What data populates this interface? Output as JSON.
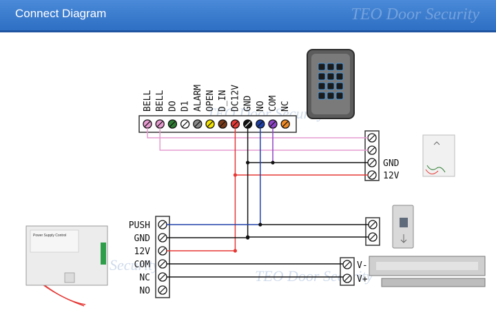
{
  "header": {
    "title": "Connect Diagram",
    "brand": "TEO Door Security"
  },
  "keypad_terminals": [
    {
      "label": "BELL",
      "color": "#e79ad0"
    },
    {
      "label": "BELL",
      "color": "#e79ad0"
    },
    {
      "label": "DO",
      "color": "#2e7d32"
    },
    {
      "label": "D1",
      "color": "#ffffff"
    },
    {
      "label": "ALARM",
      "color": "#888888"
    },
    {
      "label": "OPEN",
      "color": "#f5e400"
    },
    {
      "label": "D_IN",
      "color": "#7a3b1a"
    },
    {
      "label": "DC12V",
      "color": "#e53935"
    },
    {
      "label": "GND",
      "color": "#111111"
    },
    {
      "label": "NO",
      "color": "#1e3fa8"
    },
    {
      "label": "COM",
      "color": "#8e44c8"
    },
    {
      "label": "NC",
      "color": "#f08a24"
    }
  ],
  "doorbell_terminals": [
    "",
    "",
    "GND",
    "12V"
  ],
  "power_supply_terminals": [
    "PUSH",
    "GND",
    "12V",
    "COM",
    "NC",
    "NO"
  ],
  "exit_button_terminals": [
    "",
    ""
  ],
  "lock_terminals": [
    "V-",
    "V+"
  ],
  "power_supply_unit": {
    "title": "Power Supply Control"
  },
  "watermarks": [
    "TEO Door Security",
    "TEO Door Security",
    "TEO Door Security"
  ],
  "colors": {
    "pink": "#e79ad0",
    "red": "#e53935",
    "black": "#111111",
    "blue": "#1e3fa8",
    "purple": "#8e44c8"
  }
}
